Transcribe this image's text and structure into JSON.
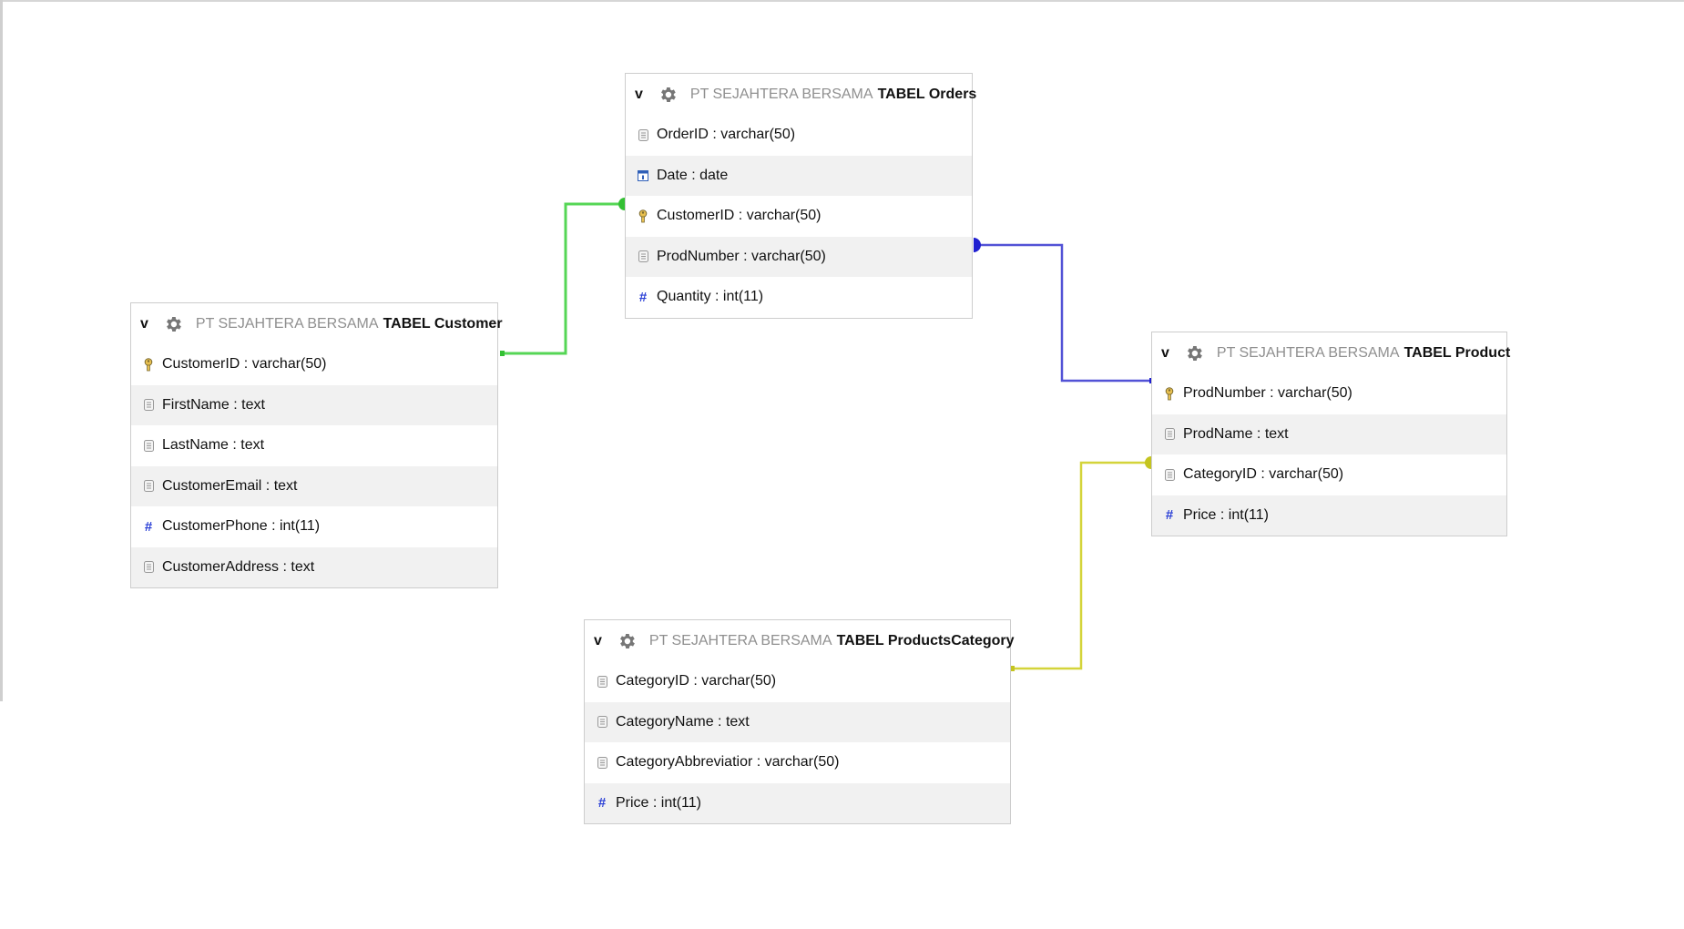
{
  "colors": {
    "link_customer_orders": "#55d655",
    "link_orders_product": "#5252d6",
    "link_category_product": "#d4d43a",
    "header_schema_text": "#8f8f8f",
    "alt_row_bg": "#f1f1f1"
  },
  "tables": {
    "orders": {
      "collapse": "v",
      "schema": "PT SEJAHTERA BERSAMA",
      "label": "TABEL Orders",
      "fields": [
        {
          "icon": "field-icon",
          "text": "OrderID : varchar(50)"
        },
        {
          "icon": "calendar-icon",
          "text": "Date : date"
        },
        {
          "icon": "key-icon",
          "text": "CustomerID : varchar(50)"
        },
        {
          "icon": "field-icon",
          "text": "ProdNumber : varchar(50)"
        },
        {
          "icon": "hash-icon",
          "text": "Quantity : int(11)"
        }
      ]
    },
    "customer": {
      "collapse": "v",
      "schema": "PT SEJAHTERA BERSAMA",
      "label": "TABEL Customer",
      "fields": [
        {
          "icon": "key-icon",
          "text": "CustomerID : varchar(50)"
        },
        {
          "icon": "field-icon",
          "text": "FirstName : text"
        },
        {
          "icon": "field-icon",
          "text": "LastName : text"
        },
        {
          "icon": "field-icon",
          "text": "CustomerEmail : text"
        },
        {
          "icon": "hash-icon",
          "text": "CustomerPhone : int(11)"
        },
        {
          "icon": "field-icon",
          "text": "CustomerAddress : text"
        }
      ]
    },
    "product": {
      "collapse": "v",
      "schema": "PT SEJAHTERA BERSAMA",
      "label": "TABEL Product",
      "fields": [
        {
          "icon": "key-icon",
          "text": "ProdNumber : varchar(50)"
        },
        {
          "icon": "field-icon",
          "text": "ProdName : text"
        },
        {
          "icon": "field-icon",
          "text": "CategoryID : varchar(50)"
        },
        {
          "icon": "hash-icon",
          "text": "Price : int(11)"
        }
      ]
    },
    "productscategory": {
      "collapse": "v",
      "schema": "PT SEJAHTERA BERSAMA",
      "label": "TABEL ProductsCategory",
      "fields": [
        {
          "icon": "field-icon",
          "text": "CategoryID : varchar(50)"
        },
        {
          "icon": "field-icon",
          "text": "CategoryName : text"
        },
        {
          "icon": "field-icon",
          "text": "CategoryAbbreviatior : varchar(50)"
        },
        {
          "icon": "hash-icon",
          "text": "Price : int(11)"
        }
      ]
    }
  }
}
